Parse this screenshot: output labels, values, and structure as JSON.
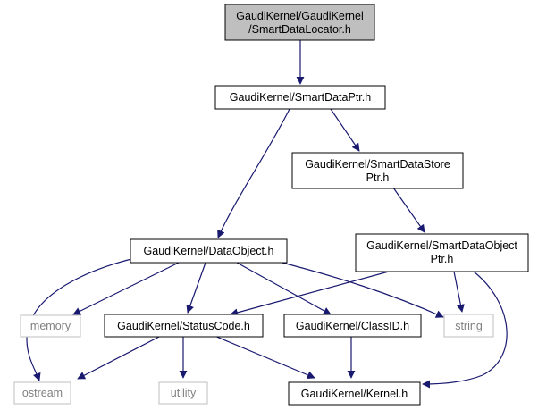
{
  "nodes": {
    "smart_data_locator": {
      "lines": [
        "GaudiKernel/GaudiKernel",
        "/SmartDataLocator.h"
      ]
    },
    "smart_data_ptr": {
      "lines": [
        "GaudiKernel/SmartDataPtr.h"
      ]
    },
    "smart_data_store_ptr": {
      "lines": [
        "GaudiKernel/SmartDataStore",
        "Ptr.h"
      ]
    },
    "data_object": {
      "lines": [
        "GaudiKernel/DataObject.h"
      ]
    },
    "smart_data_object_ptr": {
      "lines": [
        "GaudiKernel/SmartDataObject",
        "Ptr.h"
      ]
    },
    "memory": {
      "lines": [
        "memory"
      ]
    },
    "status_code": {
      "lines": [
        "GaudiKernel/StatusCode.h"
      ]
    },
    "class_id": {
      "lines": [
        "GaudiKernel/ClassID.h"
      ]
    },
    "string": {
      "lines": [
        "string"
      ]
    },
    "ostream": {
      "lines": [
        "ostream"
      ]
    },
    "utility": {
      "lines": [
        "utility"
      ]
    },
    "kernel": {
      "lines": [
        "GaudiKernel/Kernel.h"
      ]
    }
  },
  "colors": {
    "edge": "#191970",
    "root_fill": "#bfbfbf",
    "node_border": "#000000",
    "external_border": "#bfbfbf",
    "external_text": "#808080"
  }
}
